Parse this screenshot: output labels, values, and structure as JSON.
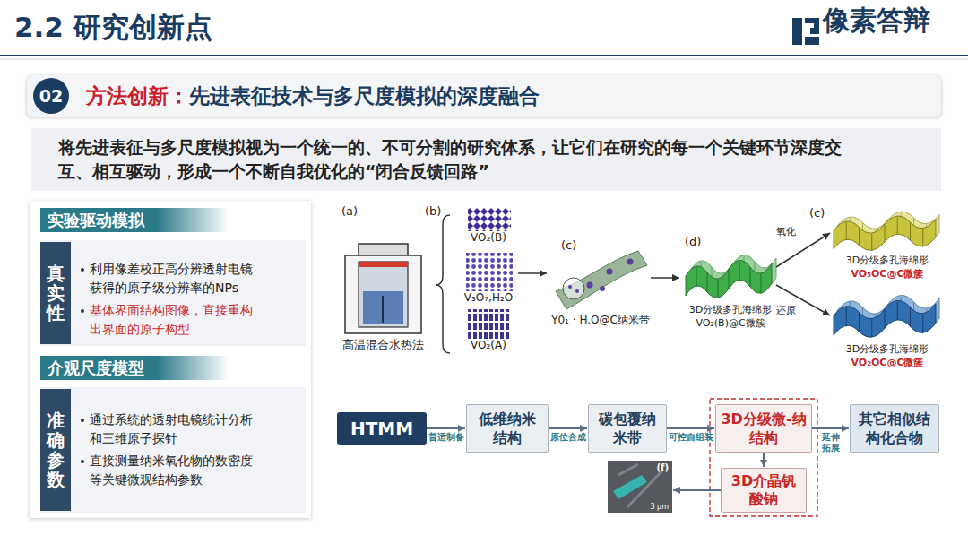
{
  "diagram": {
    "title": "2.2 研究创新点",
    "nodes": [
      {
        "text": [
          "方法创新：",
          "先进表征技术与多尺度模拟的深度融合"
        ]
      },
      {
        "text": [
          "02"
        ],
        "in": 0
      },
      {
        "text": [
          "将先进表征与多尺度模拟视为一个统一的、不可分割的研究体系，让它们在研究的每一个关键环节深度交互、相互驱动，形成一个不断自我优化的“闭合反馈回路”"
        ]
      },
      {
        "text": [
          "实验驱动模拟"
        ]
      },
      {
        "text": [
          "真实性"
        ]
      },
      {
        "text": [
          "介观尺度模型"
        ]
      },
      {
        "text": [
          "准确参数"
        ]
      },
      {
        "text": [
          "HTMM"
        ]
      },
      {
        "text": [
          "低维纳米结构"
        ]
      },
      {
        "text": [
          "碳包覆纳米带"
        ]
      },
      {
        "text": [
          "3D分级微-纳结构"
        ]
      },
      {
        "text": [
          "其它相似结构化合物"
        ]
      },
      {
        "text": [
          "3D介晶钒酸钠"
        ]
      },
      {
        "text": [
          "(f)",
          "3 μm"
        ]
      }
    ],
    "edges": [
      {
        "from": 7,
        "to": 8,
        "label": "普适制备",
        "arrow": "to"
      },
      {
        "from": 8,
        "to": 9,
        "label": "原位合成",
        "arrow": "to"
      },
      {
        "from": 9,
        "to": 10,
        "label": "可控自组装",
        "arrow": "to"
      },
      {
        "from": 10,
        "to": 11,
        "label": "延伸拓展",
        "arrow": "to"
      },
      {
        "from": 10,
        "to": 12,
        "arrow": "to"
      },
      {
        "from": 12,
        "to": 13,
        "arrow": "to"
      }
    ],
    "labels": [
      "像素答辩",
      "利用像差校正高分辨透射电镜获得的原子级分辨率的NPs",
      "基体界面结构图像，直接重构出界面的原子构型",
      "通过系统的透射电镜统计分析和三维原子探针",
      "直接测量纳米氧化物的数密度等关键微观结构参数",
      "(a)",
      "(b)",
      "(c)",
      "(d)",
      "(c)",
      "高温混合水热法",
      "VO₂(B)",
      "V₃O₇,H₂O",
      "VO₂(A)",
      "Y0₁ · H.O@C纳米带",
      "3D分级多孔海绵形",
      "VO₂(B)@C微簇",
      "氧化",
      "还原",
      "3D分级多孔海绵形",
      "VO₅OC@C微簇",
      "3D分级多孔海绵形",
      "VO₂OC@C微簇"
    ]
  }
}
